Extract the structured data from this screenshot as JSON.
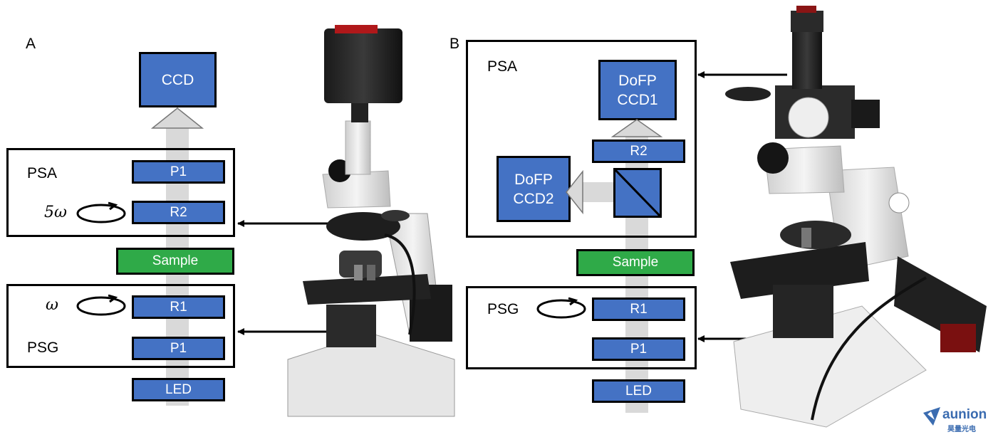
{
  "panel_a": {
    "letter": "A",
    "ccd": "CCD",
    "psa_label": "PSA",
    "psg_label": "PSG",
    "rate_5w": "5ω",
    "rate_w": "ω",
    "p1_top": "P1",
    "r2": "R2",
    "sample": "Sample",
    "r1": "R1",
    "p1_bottom": "P1",
    "led": "LED"
  },
  "panel_b": {
    "letter": "B",
    "psa_label": "PSA",
    "psg_label": "PSG",
    "dofp_ccd1_l1": "DoFP",
    "dofp_ccd1_l2": "CCD1",
    "dofp_ccd2_l1": "DoFP",
    "dofp_ccd2_l2": "CCD2",
    "r2": "R2",
    "sample": "Sample",
    "r1": "R1",
    "p1": "P1",
    "led": "LED"
  },
  "watermark": {
    "brand": "aunion",
    "sub": "昊量光电"
  },
  "colors": {
    "element_blue": "#4472c4",
    "sample_green": "#2faa48",
    "beam_gray": "#d9d9d9",
    "outline": "#000000"
  }
}
